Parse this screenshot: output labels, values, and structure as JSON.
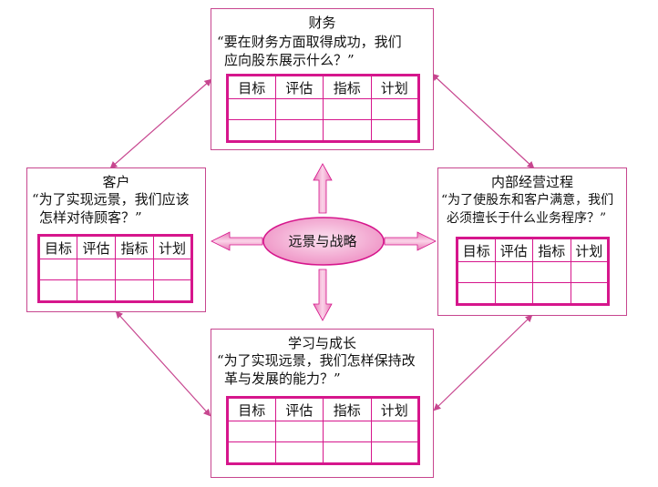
{
  "center": {
    "label": "远景与战略"
  },
  "panels": {
    "finance": {
      "title": "财务",
      "question_lines": [
        "“要在财务方面取得成功，我们",
        "应向股东展示什么？”"
      ],
      "headers": [
        "目标",
        "评估",
        "指标",
        "计划"
      ]
    },
    "customer": {
      "title": "客户",
      "question_lines": [
        "“为了实现远景，我们应该",
        "怎样对待顾客？”"
      ],
      "headers": [
        "目标",
        "评估",
        "指标",
        "计划"
      ]
    },
    "internal": {
      "title": "内部经营过程",
      "question_lines": [
        "“为了使股东和客户满意，我们",
        "必须擅长于什么业务程序？”"
      ],
      "headers": [
        "目标",
        "评估",
        "指标",
        "计划"
      ]
    },
    "learning": {
      "title": "学习与成长",
      "question_lines": [
        "“为了实现远景，我们怎样保持改",
        "革与发展的能力？”"
      ],
      "headers": [
        "目标",
        "评估",
        "指标",
        "计划"
      ]
    }
  },
  "colors": {
    "accent": "#d6168c",
    "panel_border": "#c7468f",
    "ellipse_fill": "#f3a6cf",
    "arrow_fill": "#f2a9d1"
  }
}
